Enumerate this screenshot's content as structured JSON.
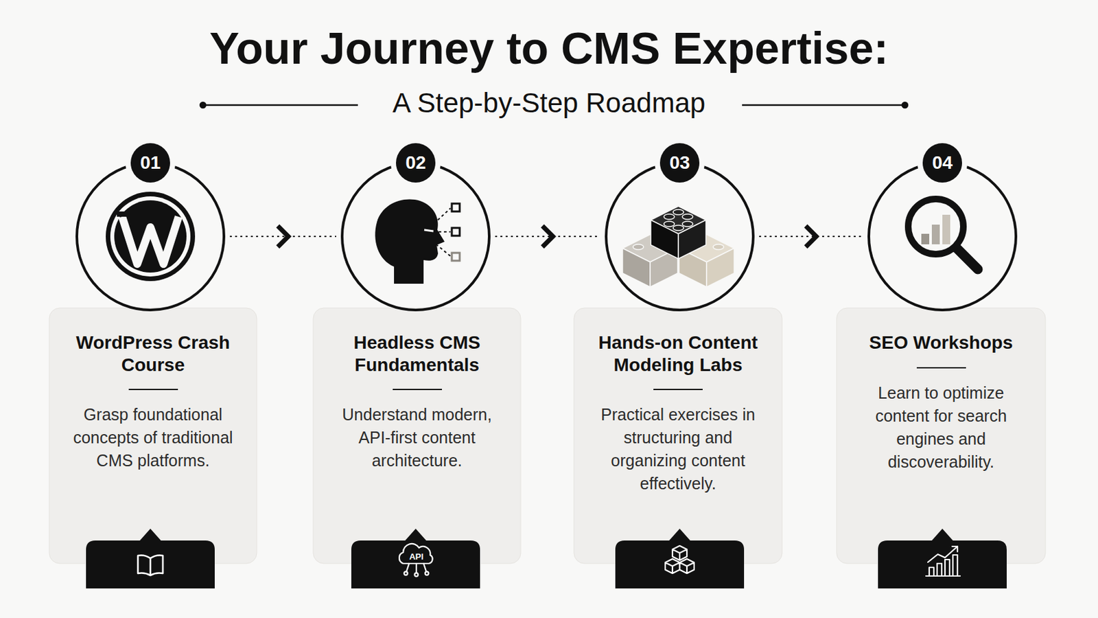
{
  "diagram": {
    "title": "Your Journey to CMS Expertise:",
    "nodes": [
      {
        "text": [
          "01"
        ]
      },
      {
        "text": [
          "WordPress Crash Course",
          "Grasp foundational concepts of traditional CMS platforms."
        ]
      },
      {
        "text": [
          "02"
        ]
      },
      {
        "text": [
          "Headless CMS Fundamentals",
          "Understand modern, API-first content architecture."
        ]
      },
      {
        "text": [
          "03"
        ]
      },
      {
        "text": [
          "Hands-on Content Modeling Labs",
          "Practical exercises in structuring and organizing content effectively."
        ]
      },
      {
        "text": [
          "04"
        ]
      },
      {
        "text": [
          "SEO Workshops",
          "Learn to optimize content for search engines and discoverability."
        ]
      }
    ],
    "edges": [
      {
        "from": 0,
        "to": 2,
        "arrow": "to"
      },
      {
        "from": 2,
        "to": 4,
        "arrow": "to"
      },
      {
        "from": 4,
        "to": 6,
        "arrow": "to"
      }
    ],
    "labels": [
      "A Step-by-Step Roadmap",
      "API"
    ]
  }
}
